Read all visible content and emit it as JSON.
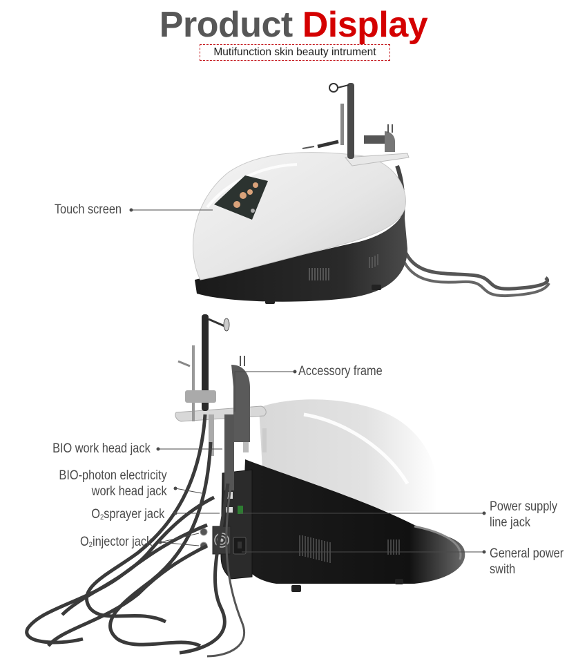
{
  "header": {
    "title_part1": "Product",
    "title_part2": "Display",
    "subtitle": "Mutifunction skin beauty intrument",
    "colors": {
      "title_dark": "#575757",
      "title_red": "#d40000",
      "subtitle_border": "#c4161c"
    }
  },
  "figure_top": {
    "callouts": [
      {
        "id": "touch-screen",
        "label": "Touch screen"
      }
    ]
  },
  "figure_bottom": {
    "callouts": [
      {
        "id": "accessory-frame",
        "label": "Accessory frame"
      },
      {
        "id": "bio-work-head-jack",
        "label": "BIO work head jack"
      },
      {
        "id": "bio-photon-jack",
        "label_line1": "BIO-photon electricity",
        "label_line2": "work head jack"
      },
      {
        "id": "o2-sprayer-jack",
        "label_prefix": "O",
        "label_sub": "2",
        "label_rest": "sprayer jack"
      },
      {
        "id": "o2-injector-jack",
        "label_prefix": "O",
        "label_sub": "2",
        "label_rest": "injector jack"
      },
      {
        "id": "power-supply-line-jack",
        "label_line1": "Power supply",
        "label_line2": "line jack"
      },
      {
        "id": "general-power-switch",
        "label_line1": "General power",
        "label_line2": "swith"
      }
    ]
  }
}
